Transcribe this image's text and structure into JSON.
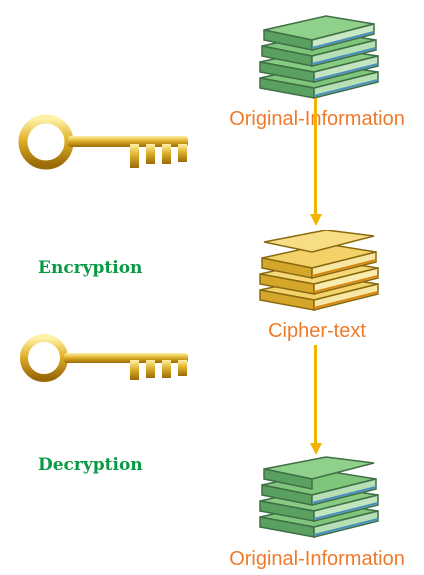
{
  "nodes": {
    "top_label": "Original-Information",
    "middle_label": "Cipher-text",
    "bottom_label": "Original-Information"
  },
  "steps": {
    "encryption_label": "Encryption",
    "decryption_label": "Decryption"
  },
  "colors": {
    "green_book": "#7fc57b",
    "gold_book": "#f3d26a",
    "arrow": "#f2b400",
    "label_orange": "#ee7a2a",
    "label_green": "#0a9a46",
    "key_gold": "#e0b12a"
  },
  "icons": [
    "golden-key-icon",
    "green-book-stack-icon",
    "gold-book-stack-icon"
  ]
}
